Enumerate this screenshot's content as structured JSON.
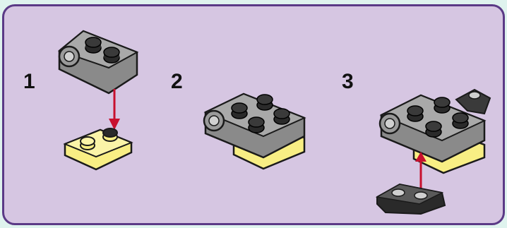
{
  "steps": [
    {
      "number": "1"
    },
    {
      "number": "2"
    },
    {
      "number": "3"
    }
  ],
  "colors": {
    "background": "#dff3ee",
    "panel": "#d6c6e2",
    "border": "#5b3a86",
    "brick_gray": "#8a8a8a",
    "brick_dark": "#2a2a2a",
    "brick_yellow": "#f8ee84",
    "arrow_red": "#c8102e"
  },
  "icons": [
    "gray-hinge-plate-icon",
    "yellow-plate-icon",
    "dark-slope-brick-icon",
    "assembly-arrow-icon"
  ]
}
